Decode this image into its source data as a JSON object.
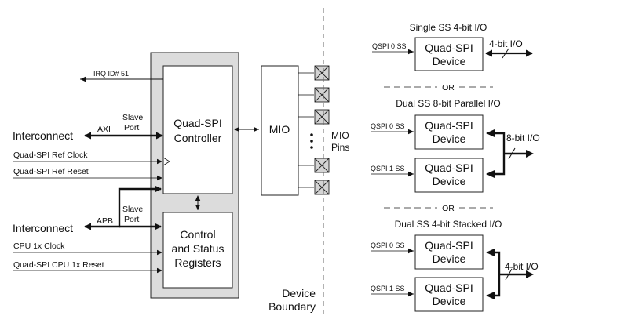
{
  "left": {
    "irq": "IRQ ID# 51",
    "interconnect_top": "Interconnect",
    "axi": "AXI",
    "slave_port_top_1": "Slave",
    "slave_port_top_2": "Port",
    "ref_clock": "Quad-SPI Ref Clock",
    "ref_reset": "Quad-SPI Ref Reset",
    "slave_port_bot_1": "Slave",
    "slave_port_bot_2": "Port",
    "interconnect_bottom": "Interconnect",
    "apb": "APB",
    "cpu_clock": "CPU 1x Clock",
    "cpu_reset": "Quad-SPI CPU 1x Reset"
  },
  "controller": {
    "line1": "Quad-SPI",
    "line2": "Controller"
  },
  "registers": {
    "line1": "Control",
    "line2": "and Status",
    "line3": "Registers"
  },
  "mio": {
    "label": "MIO",
    "pins_1": "MIO",
    "pins_2": "Pins",
    "dots": "⋮"
  },
  "boundary": {
    "line1": "Device",
    "line2": "Boundary"
  },
  "right": {
    "single_title": "Single SS 4-bit I/O",
    "qspi0_a": "QSPI 0 SS",
    "device_line1": "Quad-SPI",
    "device_line2": "Device",
    "io_4bit_a": "4-bit I/O",
    "or_text": "OR",
    "dual_parallel_title": "Dual SS 8-bit Parallel I/O",
    "qspi0_b": "QSPI 0 SS",
    "qspi1_b": "QSPI 1 SS",
    "io_8bit": "8-bit I/O",
    "dual_stacked_title": "Dual SS 4-bit Stacked I/O",
    "qspi0_c": "QSPI 0 SS",
    "qspi1_c": "QSPI 1 SS",
    "io_4bit_c": "4-bit I/O"
  }
}
